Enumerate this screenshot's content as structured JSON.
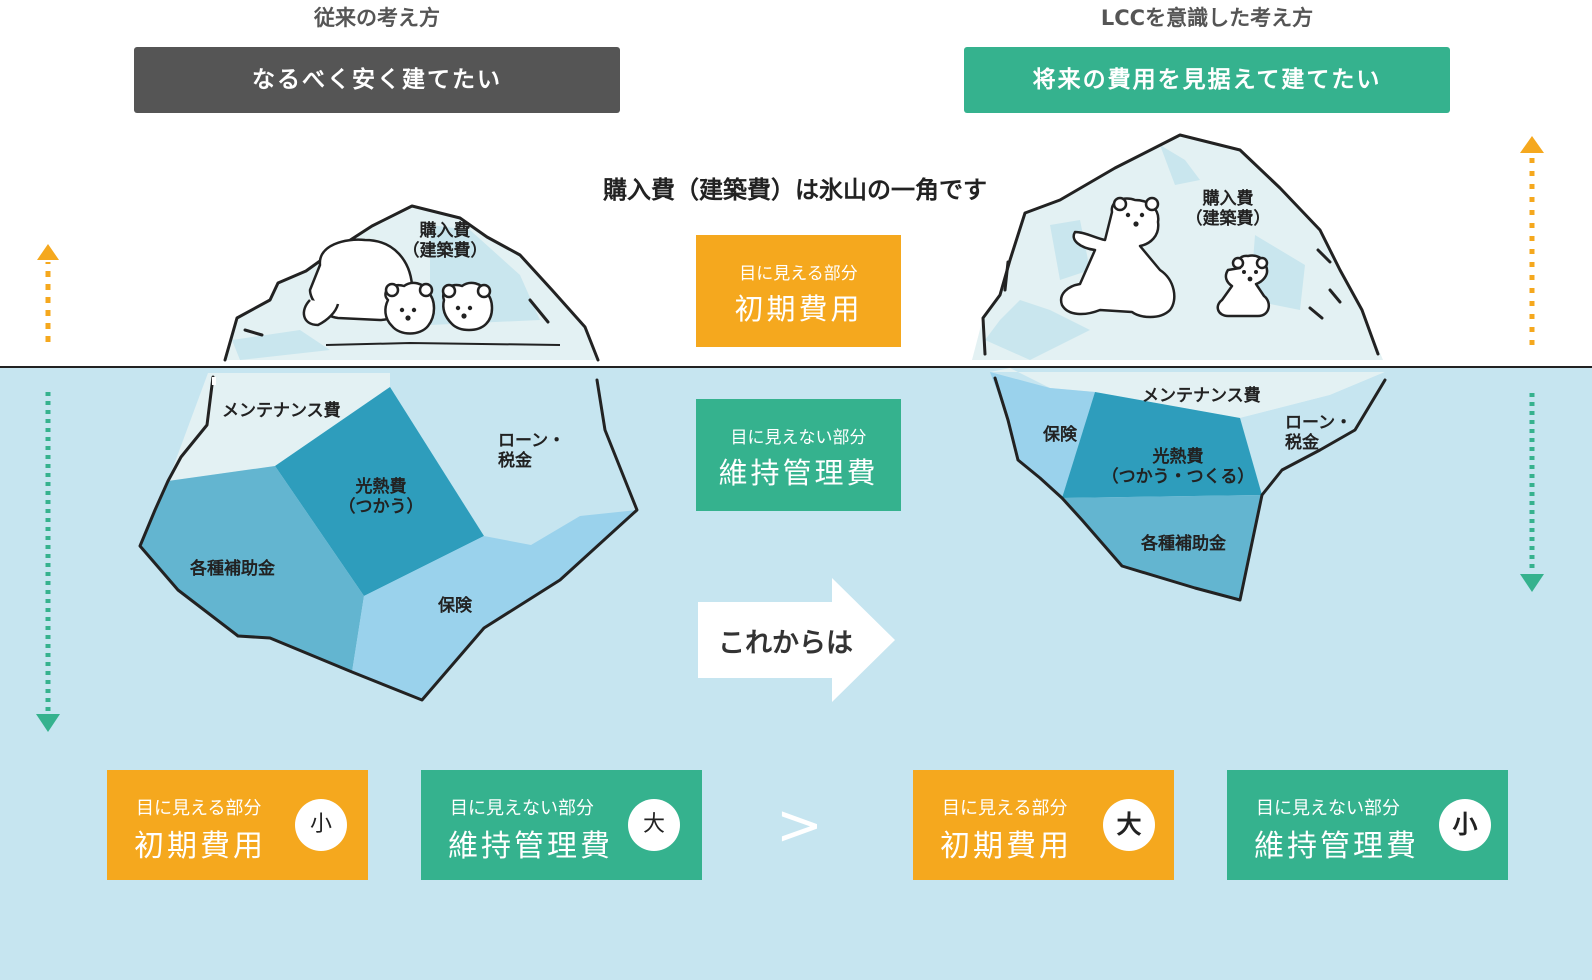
{
  "headings": {
    "left": "従来の考え方",
    "right": "LCCを意識した考え方"
  },
  "banners": {
    "left": "なるべく安く建てたい",
    "right": "将来の費用を見据えて建てたい"
  },
  "center": {
    "caption": "購入費（建築費）は氷山の一角です",
    "visible_box": {
      "small": "目に見える部分",
      "large": "初期費用"
    },
    "hidden_box": {
      "small": "目に見えない部分",
      "large": "維持管理費"
    },
    "arrow_text": "これからは"
  },
  "left_iceberg": {
    "tip_label": [
      "購入費",
      "（建築費）"
    ],
    "maintenance": "メンテナンス費",
    "utility": [
      "光熱費",
      "（つかう）"
    ],
    "loan": [
      "ローン・",
      "税金"
    ],
    "subsidy": "各種補助金",
    "insurance": "保険"
  },
  "right_iceberg": {
    "tip_label": [
      "購入費",
      "（建築費）"
    ],
    "maintenance": "メンテナンス費",
    "insurance": "保険",
    "utility": [
      "光熱費",
      "（つかう・つくる）"
    ],
    "loan": [
      "ローン・",
      "税金"
    ],
    "subsidy": "各種補助金"
  },
  "bottom": {
    "left_visible": {
      "small": "目に見える部分",
      "large": "初期費用",
      "size": "小"
    },
    "left_hidden": {
      "small": "目に見えない部分",
      "large": "維持管理費",
      "size": "大"
    },
    "comparison": ">",
    "right_visible": {
      "small": "目に見える部分",
      "large": "初期費用",
      "size": "大"
    },
    "right_hidden": {
      "small": "目に見えない部分",
      "large": "維持管理費",
      "size": "小"
    }
  },
  "colors": {
    "orange": "#F5A81E",
    "green": "#35B28E",
    "dark_gray": "#555555",
    "water": "#C6E5F0",
    "pale_ice": "#E3F1F3",
    "deep_blue": "#2E9DBC",
    "mid_blue": "#63B5D0",
    "light_blue": "#9AD2EC"
  },
  "icons": [
    "polar-bear-icon",
    "up-arrow-icon",
    "down-arrow-icon",
    "right-arrow-icon"
  ]
}
